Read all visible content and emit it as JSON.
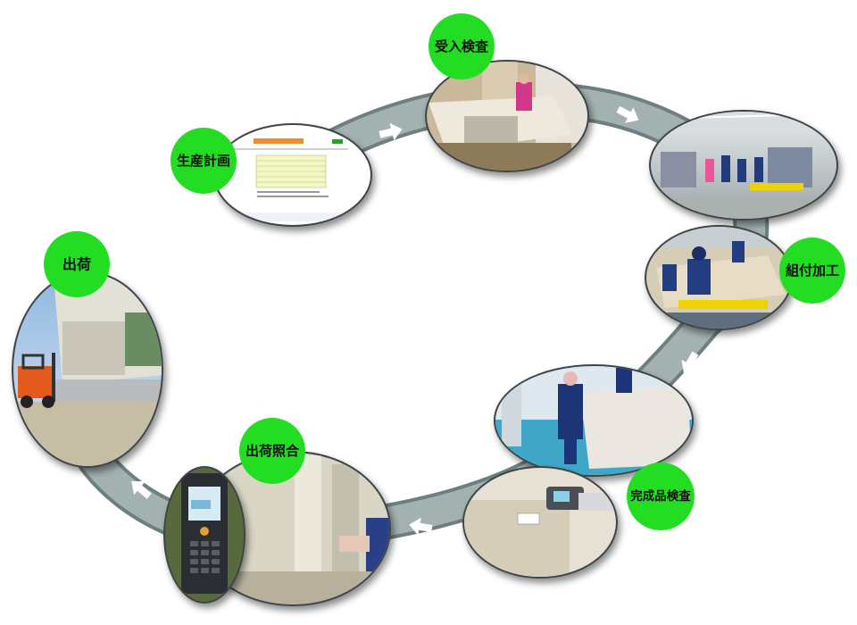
{
  "steps": [
    {
      "id": "plan",
      "label": "生産計画"
    },
    {
      "id": "receive",
      "label": "受入検査"
    },
    {
      "id": "assembly",
      "label": "組付加工"
    },
    {
      "id": "final",
      "label": "完成品検査"
    },
    {
      "id": "verify",
      "label": "出荷照合"
    },
    {
      "id": "ship",
      "label": "出荷"
    }
  ],
  "colors": {
    "badge": "#22dd22",
    "track": "#9aa9a9",
    "track_edge": "#6e7f7f",
    "frame": "#3d4548",
    "arrow": "#ffffff"
  },
  "icons": [
    "right-arrow-icon",
    "down-arrow-icon",
    "left-arrow-icon"
  ]
}
